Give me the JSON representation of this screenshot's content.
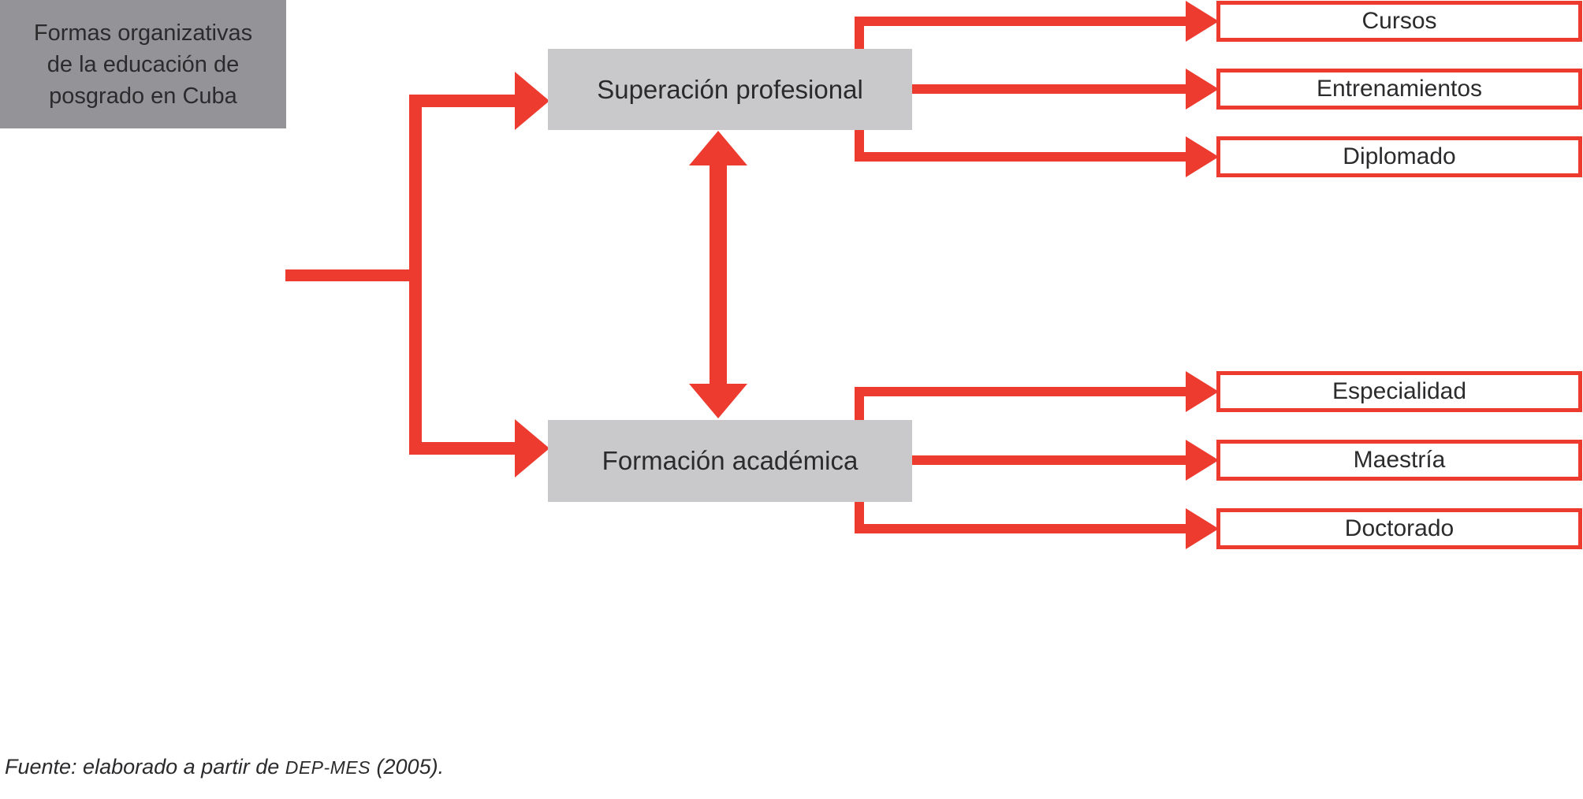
{
  "colors": {
    "red": "#ee3b30",
    "dark_gray": "#949498",
    "light_gray": "#c9c9cb",
    "text": "#2b2b2d"
  },
  "diagram": {
    "type": "flowchart",
    "root": {
      "label": "Formas organizativas de la educación de posgrado en Cuba",
      "lines": [
        "Formas organizativas",
        "de la educación de",
        "posgrado en Cuba"
      ]
    },
    "branches": [
      {
        "id": "superacion-profesional",
        "label": "Superación profesional",
        "children": [
          "Cursos",
          "Entrenamientos",
          "Diplomado"
        ]
      },
      {
        "id": "formacion-academica",
        "label": "Formación académica",
        "children": [
          "Especialidad",
          "Maestría",
          "Doctorado"
        ]
      }
    ],
    "relations": [
      "root -> Superación profesional",
      "root -> Formación académica",
      "Superación profesional <-> Formación académica"
    ],
    "source_note": {
      "full": "Fuente: elaborado a partir de DEP-MES (2005).",
      "prefix": "Fuente: elaborado a partir de ",
      "acronym": "DEP-MES",
      "suffix": " (2005)."
    }
  }
}
